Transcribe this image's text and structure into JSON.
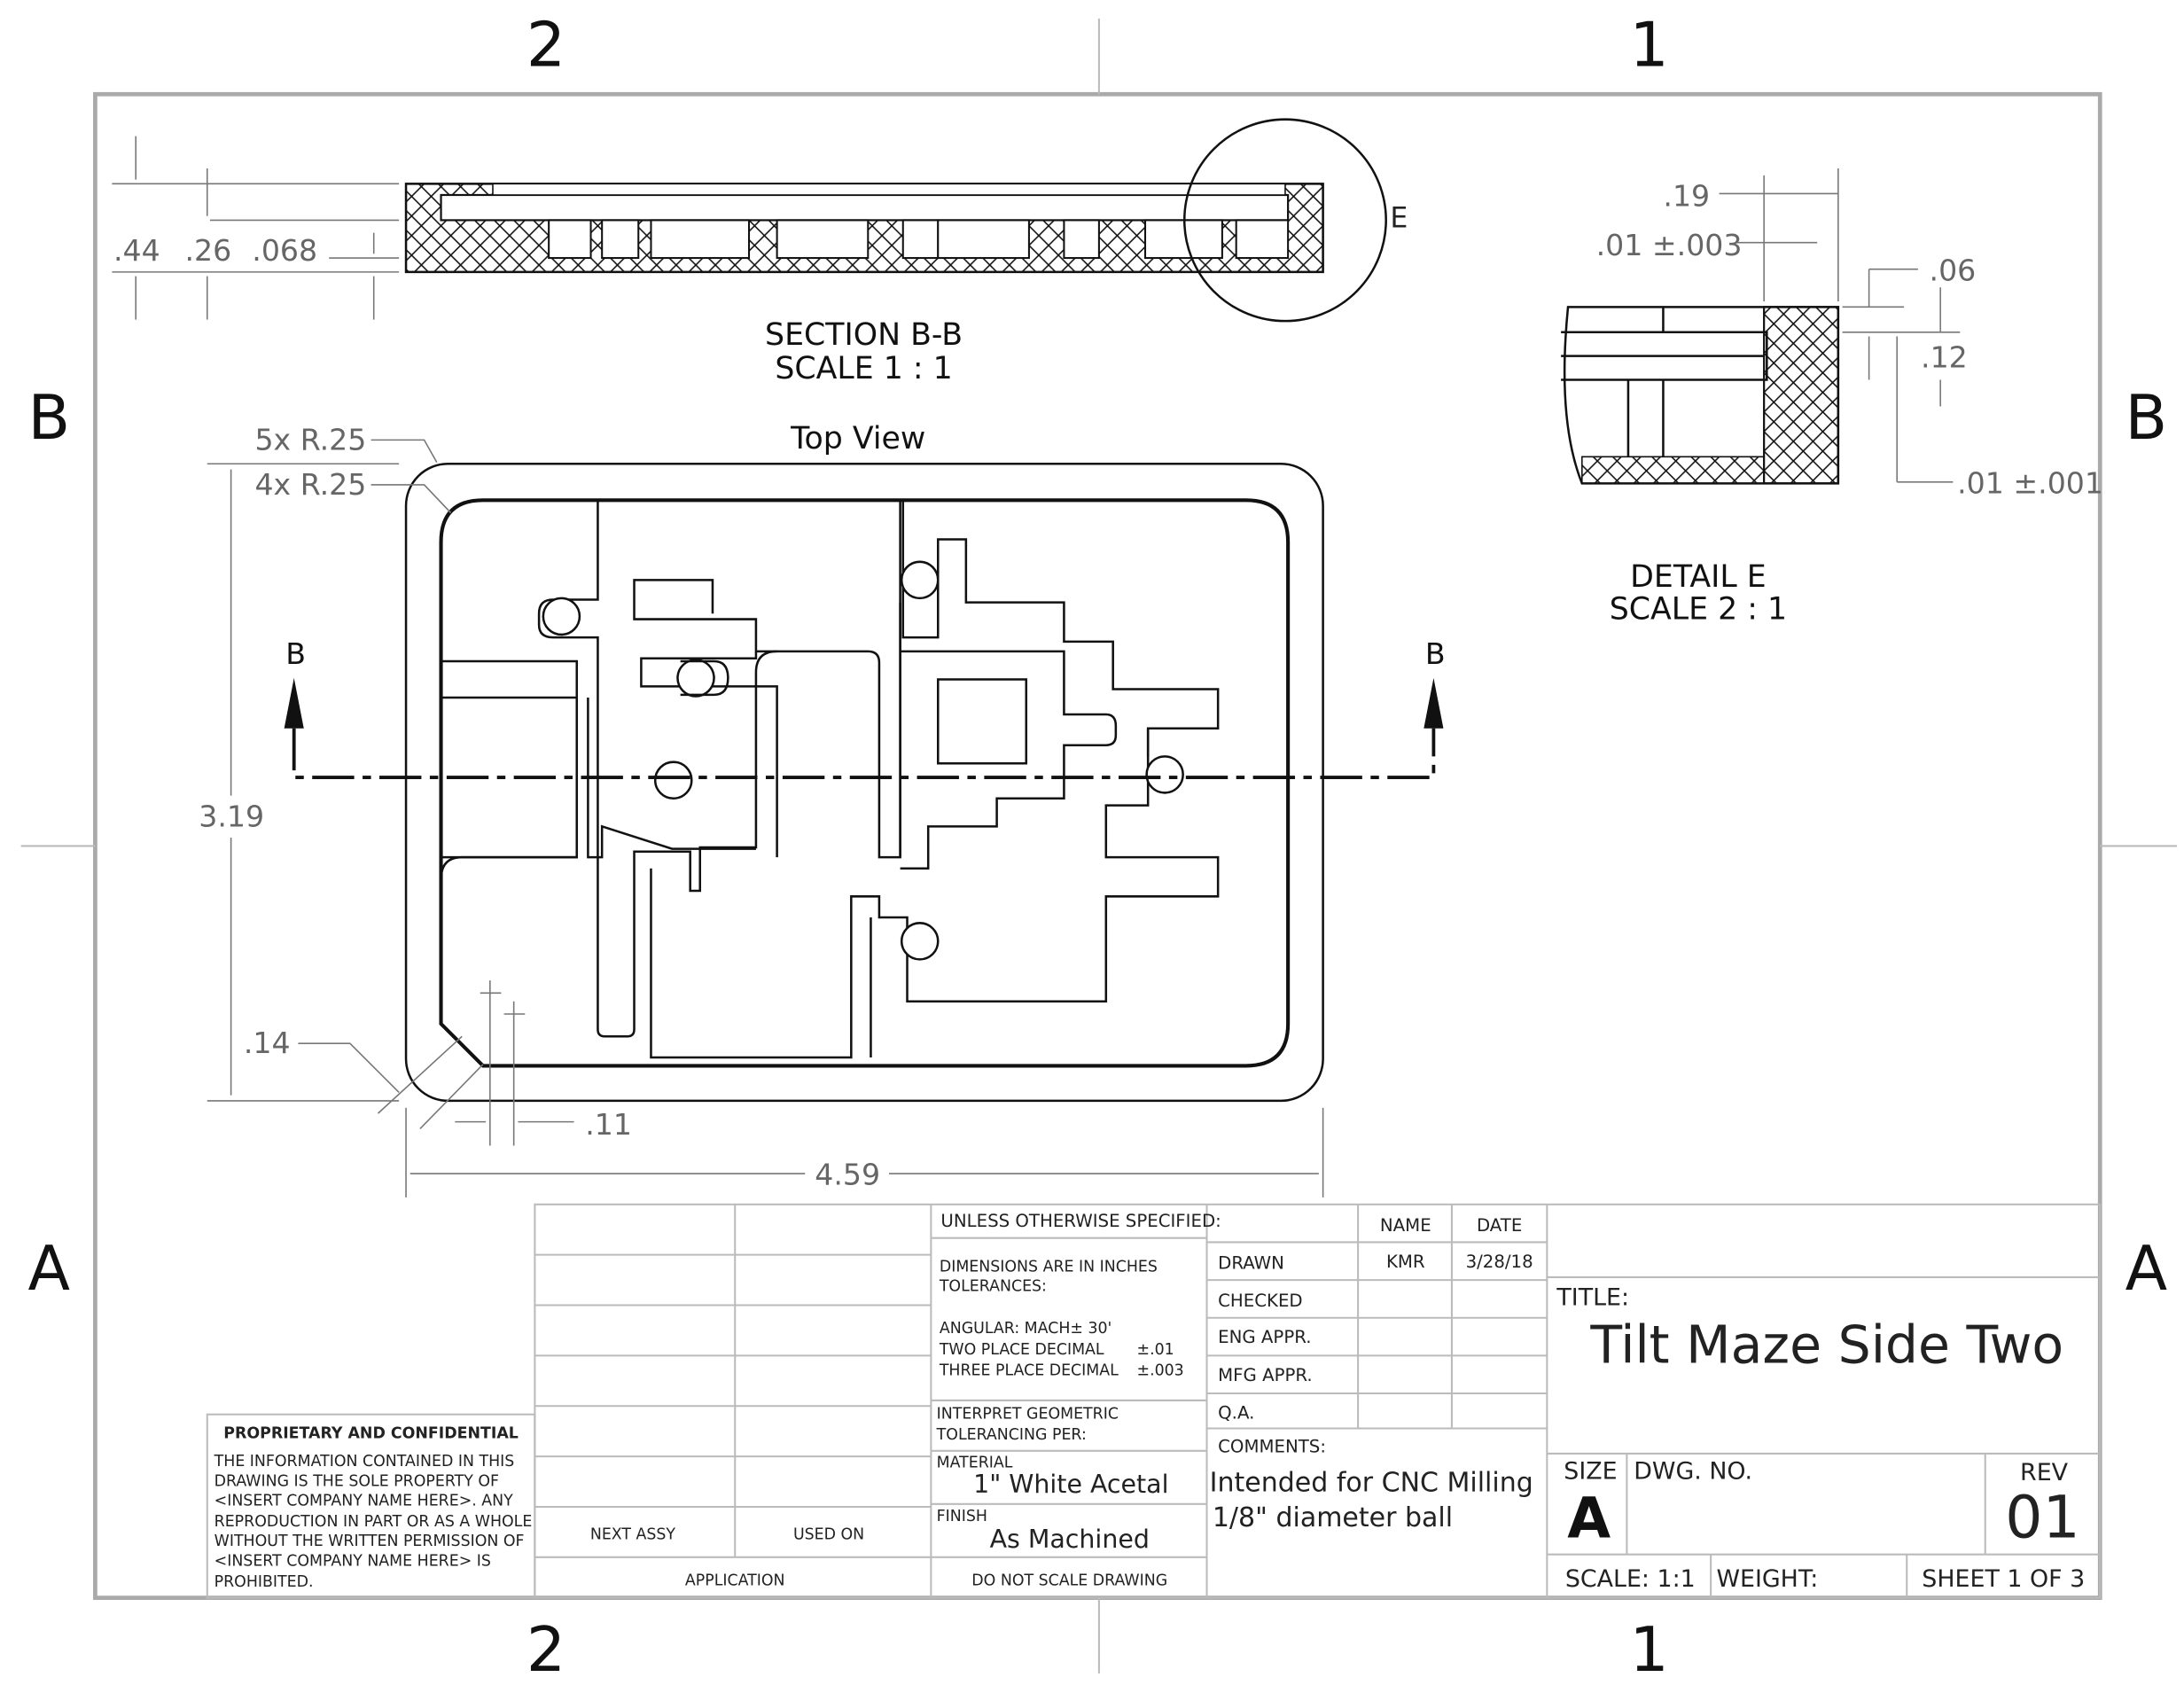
{
  "zones": {
    "top_left": "2",
    "top_right": "1",
    "bottom_left": "2",
    "bottom_right": "1",
    "left_b": "B",
    "right_b": "B",
    "left_a": "A",
    "right_a": "A"
  },
  "section": {
    "title": "SECTION B-B",
    "scale": "SCALE 1 : 1",
    "detail_marker": "E",
    "dims": [
      ".44",
      ".26",
      ".068"
    ]
  },
  "top_view": {
    "title": "Top View",
    "leader1": "5x R.25",
    "leader2": "4x R.25",
    "height": "3.19",
    "width": "4.59",
    "chamfer": ".14",
    "offset": ".11",
    "cut_left": "B",
    "cut_right": "B"
  },
  "detail": {
    "title": "DETAIL E",
    "scale": "SCALE 2 : 1",
    "dims": [
      ".19",
      ".01 ±.003",
      ".06",
      ".12",
      ".01 ±.001"
    ]
  },
  "title_block": {
    "proprietary_title": "PROPRIETARY AND CONFIDENTIAL",
    "proprietary_lines": [
      "THE INFORMATION CONTAINED IN THIS",
      "DRAWING IS THE SOLE PROPERTY OF",
      "<INSERT COMPANY NAME HERE>.  ANY",
      "REPRODUCTION IN PART OR AS A WHOLE",
      "WITHOUT THE WRITTEN PERMISSION OF",
      "<INSERT COMPANY NAME HERE> IS",
      "PROHIBITED."
    ],
    "next_assy": "NEXT ASSY",
    "used_on": "USED ON",
    "application": "APPLICATION",
    "unless": "UNLESS OTHERWISE SPECIFIED:",
    "dims_inches": "DIMENSIONS ARE IN INCHES",
    "tolerances": "TOLERANCES:",
    "angular": "ANGULAR: MACH± 30'",
    "two_place": "TWO PLACE DECIMAL",
    "two_place_tol": "±.01",
    "three_place": "THREE PLACE DECIMAL",
    "three_place_tol": "±.003",
    "interpret1": "INTERPRET GEOMETRIC",
    "interpret2": "TOLERANCING PER:",
    "material_label": "MATERIAL",
    "material": "1\" White Acetal",
    "finish_label": "FINISH",
    "finish": "As Machined",
    "do_not_scale": "DO NOT SCALE DRAWING",
    "name_header": "NAME",
    "date_header": "DATE",
    "rows": [
      "DRAWN",
      "CHECKED",
      "ENG APPR.",
      "MFG APPR.",
      "Q.A."
    ],
    "drawn_name": "KMR",
    "drawn_date": "3/28/18",
    "comments_label": "COMMENTS:",
    "comment1": "Intended for CNC Milling",
    "comment2": "1/8\" diameter ball",
    "title_label": "TITLE:",
    "title": "Tilt Maze Side Two",
    "size_label": "SIZE",
    "size": "A",
    "dwg_no_label": "DWG.  NO.",
    "rev_label": "REV",
    "rev": "01",
    "scale": "SCALE: 1:1",
    "weight": "WEIGHT:",
    "sheet": "SHEET 1 OF 3"
  }
}
